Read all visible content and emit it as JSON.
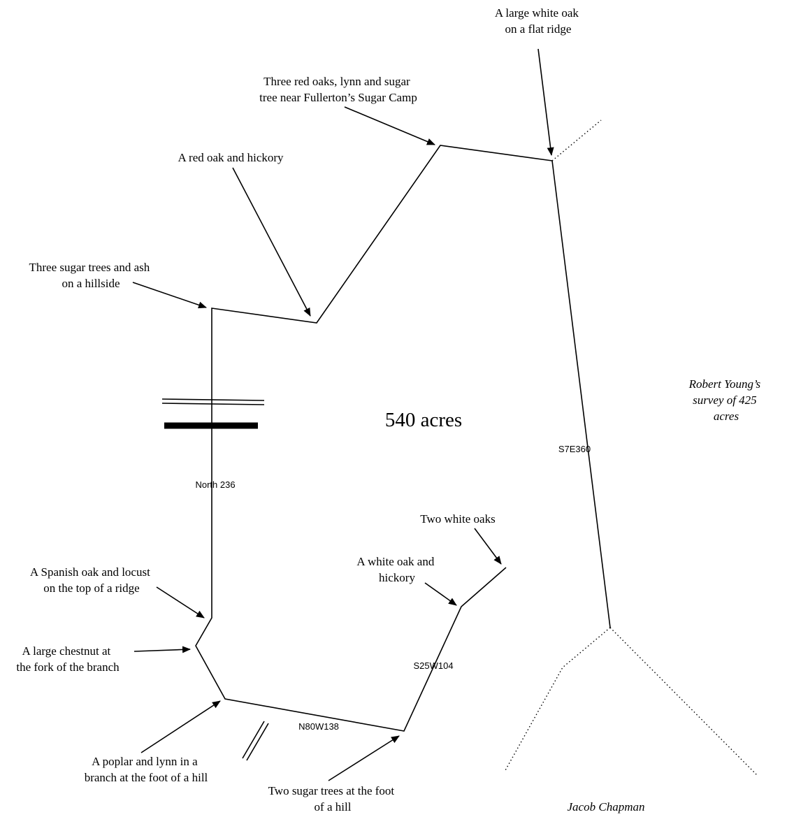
{
  "corners": {
    "large_white_oak": [
      "A large white oak",
      "on a flat ridge"
    ],
    "three_red_oaks": [
      "Three red oaks, lynn and sugar",
      "tree near Fullerton’s Sugar Camp"
    ],
    "red_oak_hickory": [
      "A red oak and hickory"
    ],
    "three_sugar_trees": [
      "Three sugar trees and ash",
      "on a hillside"
    ],
    "spanish_oak": [
      "A Spanish oak and locust",
      "on the top of a ridge"
    ],
    "large_chestnut": [
      "A large chestnut at",
      "the fork of the branch"
    ],
    "poplar_lynn": [
      "A poplar and lynn in a",
      "branch at the foot of a hill"
    ],
    "two_sugar_trees": [
      "Two sugar trees at the foot",
      "of a hill"
    ],
    "white_oak_hickory": [
      "A white oak and",
      "hickory"
    ],
    "two_white_oaks": [
      "Two white oaks"
    ]
  },
  "courses": {
    "north": "North 236",
    "s7e": "S7E360",
    "n80w": "N80W138",
    "s25w": "S25W104"
  },
  "area": "540 acres",
  "adjoiners": {
    "east": [
      "Robert Young’s",
      "survey of 425",
      "acres"
    ],
    "south": "Jacob Chapman"
  }
}
